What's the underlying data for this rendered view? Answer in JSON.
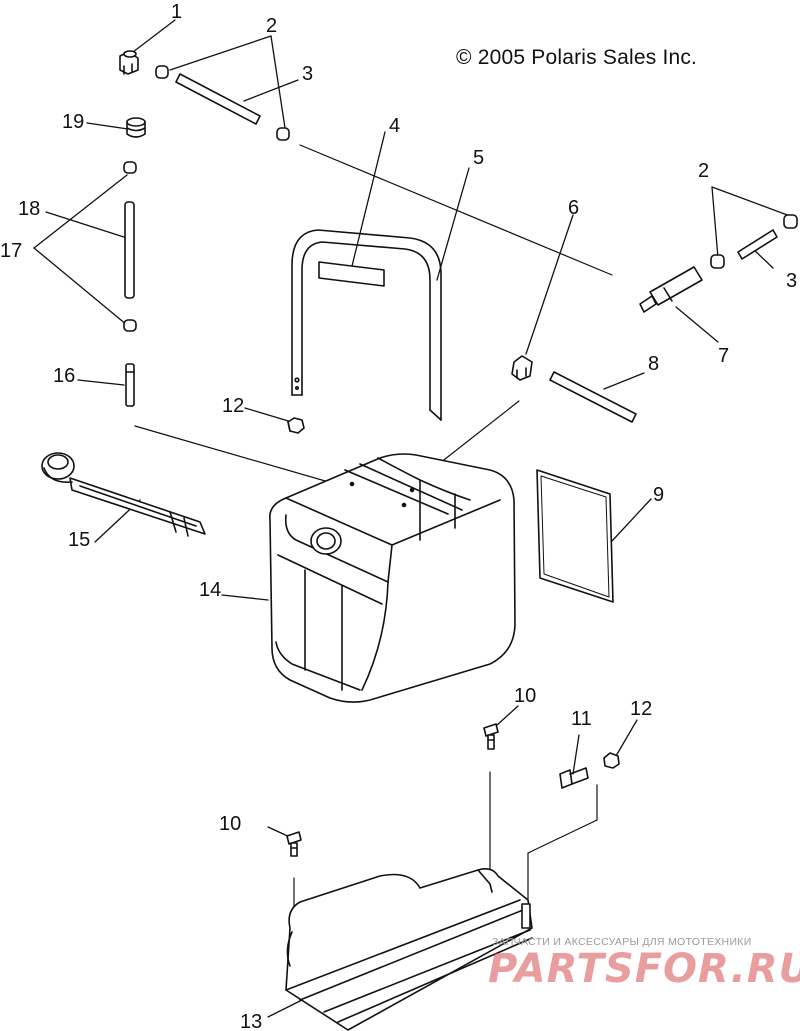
{
  "copyright": "© 2005 Polaris Sales Inc.",
  "callouts": {
    "c1": "1",
    "c2a": "2",
    "c3a": "3",
    "c4": "4",
    "c5": "5",
    "c6": "6",
    "c2b": "2",
    "c3b": "3",
    "c7": "7",
    "c8": "8",
    "c9": "9",
    "c10a": "10",
    "c10b": "10",
    "c11": "11",
    "c12a": "12",
    "c12b": "12",
    "c13": "13",
    "c14": "14",
    "c15": "15",
    "c16": "16",
    "c17": "17",
    "c18": "18",
    "c19": "19"
  },
  "watermark": {
    "subtitle": "ЗАПЧАСТИ И АКСЕССУАРЫ ДЛЯ МОТОТЕХНИКИ",
    "logo": "PARTSFOR.RU"
  },
  "colors": {
    "ink": "#111111",
    "watermark": "#d64e4e"
  }
}
